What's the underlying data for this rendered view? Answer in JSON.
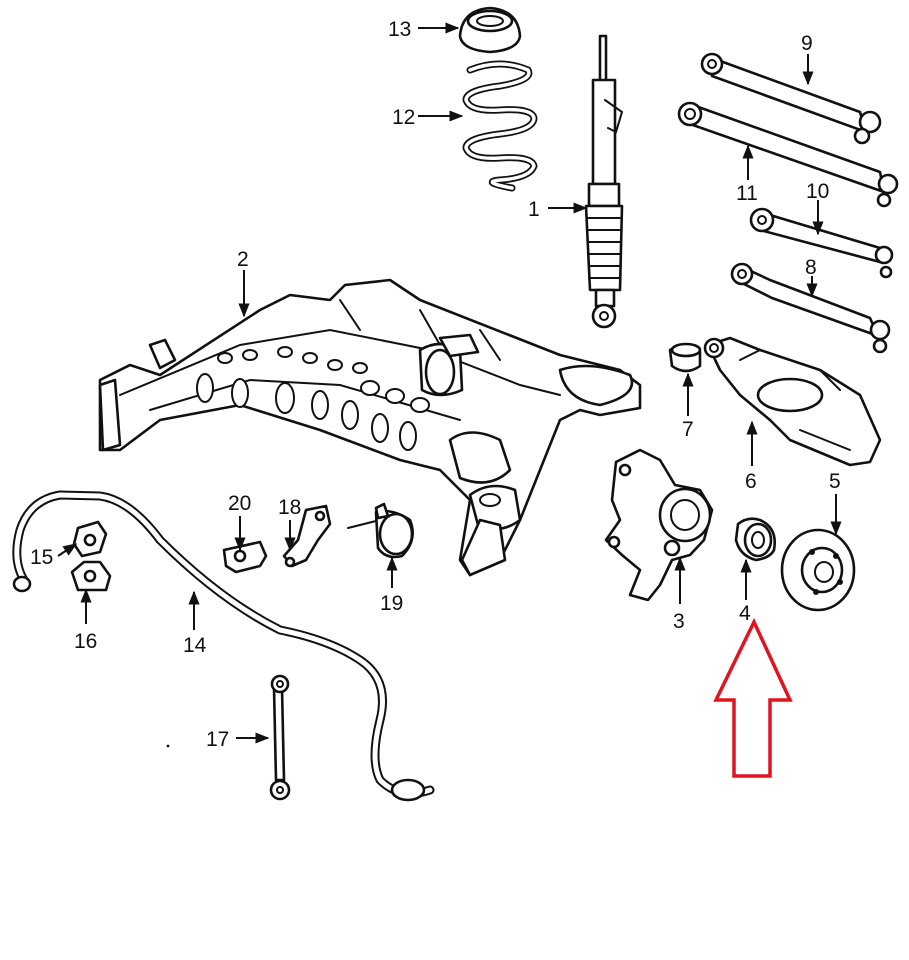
{
  "callouts": {
    "c1": "1",
    "c2": "2",
    "c3": "3",
    "c4": "4",
    "c5": "5",
    "c6": "6",
    "c7": "7",
    "c8": "8",
    "c9": "9",
    "c10": "10",
    "c11": "11",
    "c12": "12",
    "c13": "13",
    "c14": "14",
    "c15": "15",
    "c16": "16",
    "c17": "17",
    "c18": "18",
    "c19": "19",
    "c20": "20"
  },
  "highlight": {
    "target_part": "4",
    "arrow_color": "#e0141e"
  },
  "colors": {
    "line": "#111111",
    "background": "#ffffff"
  }
}
